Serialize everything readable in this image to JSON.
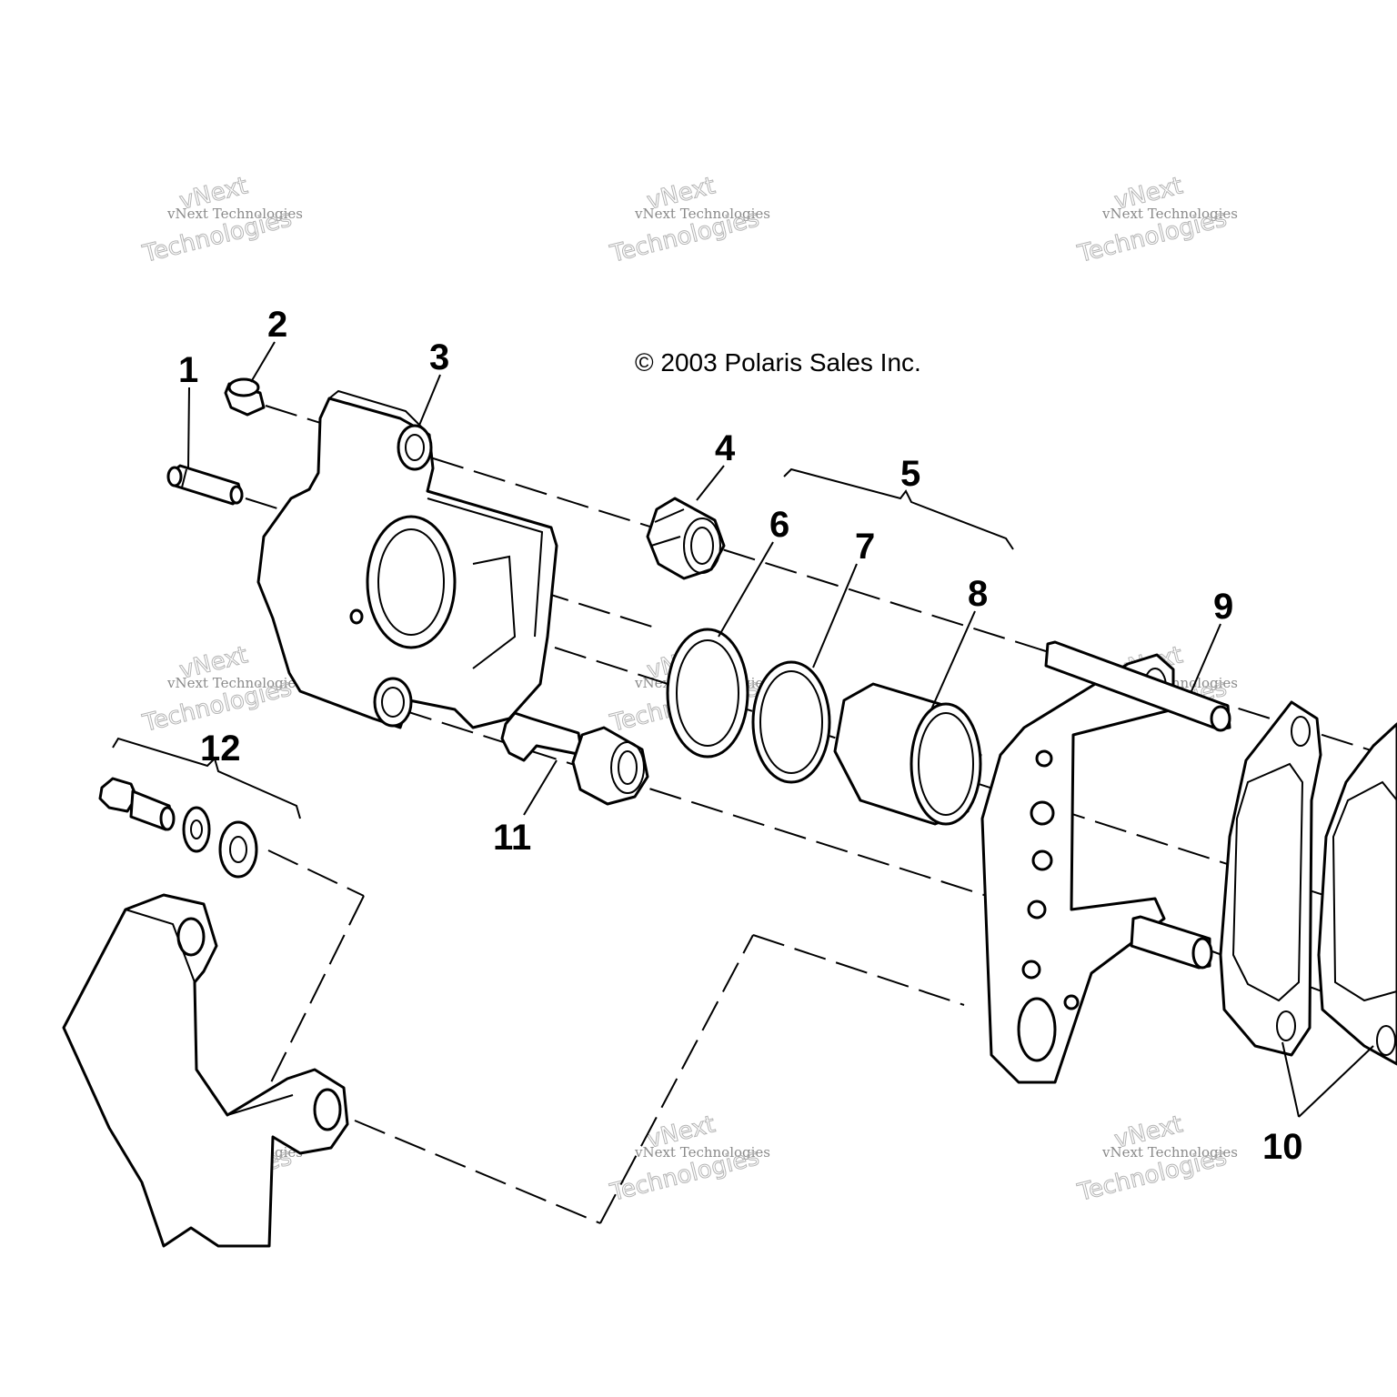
{
  "diagram": {
    "copyright": "© 2003 Polaris Sales Inc.",
    "callouts": [
      "1",
      "2",
      "3",
      "4",
      "5",
      "6",
      "7",
      "8",
      "9",
      "10",
      "11",
      "12"
    ],
    "watermark": {
      "line": "vNext Technologies",
      "top": "vNext",
      "bottom": "Technologies"
    }
  }
}
